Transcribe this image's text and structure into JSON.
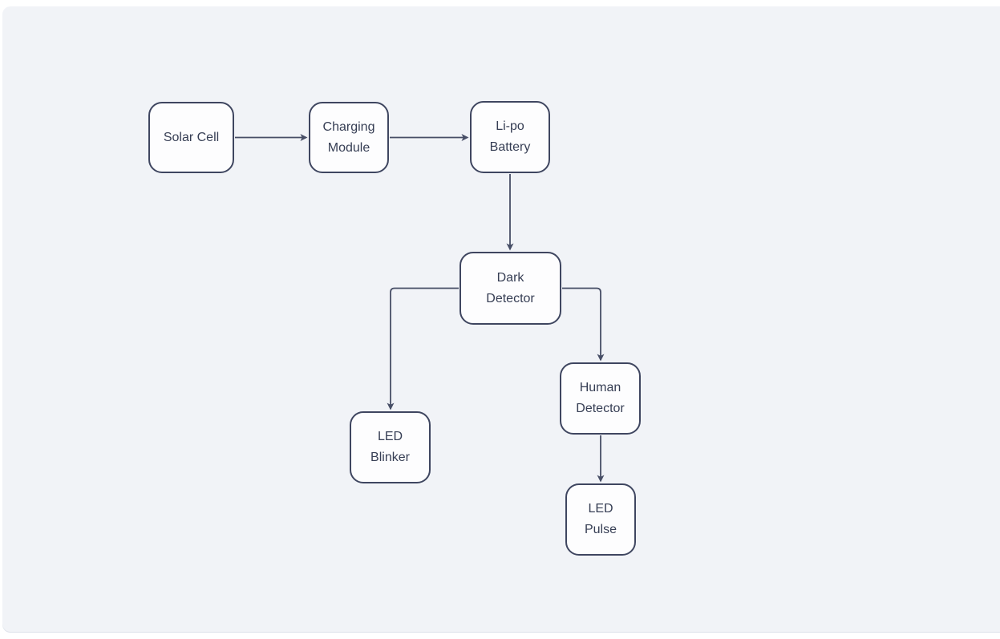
{
  "canvas": {
    "background_color": "#f1f3f7",
    "node_fill_color": "#fdfdfe",
    "node_border_color": "#3f4660",
    "edge_color": "#474e66",
    "text_color": "#363e54"
  },
  "diagram": {
    "type": "flowchart",
    "direction": "mixed",
    "nodes": [
      {
        "id": "solar-cell",
        "label": "Solar Cell"
      },
      {
        "id": "charging-module",
        "label": "Charging\nModule"
      },
      {
        "id": "lipo-battery",
        "label": "Li-po\nBattery"
      },
      {
        "id": "dark-detector",
        "label": "Dark\nDetector"
      },
      {
        "id": "led-blinker",
        "label": "LED\nBlinker"
      },
      {
        "id": "human-detector",
        "label": "Human\nDetector"
      },
      {
        "id": "led-pulse",
        "label": "LED\nPulse"
      }
    ],
    "edges": [
      {
        "from": "solar-cell",
        "to": "charging-module",
        "arrow": "right"
      },
      {
        "from": "charging-module",
        "to": "lipo-battery",
        "arrow": "right"
      },
      {
        "from": "lipo-battery",
        "to": "dark-detector",
        "arrow": "down"
      },
      {
        "from": "dark-detector",
        "to": "led-blinker",
        "arrow": "left-then-down"
      },
      {
        "from": "dark-detector",
        "to": "human-detector",
        "arrow": "right-then-down"
      },
      {
        "from": "human-detector",
        "to": "led-pulse",
        "arrow": "down"
      }
    ]
  }
}
